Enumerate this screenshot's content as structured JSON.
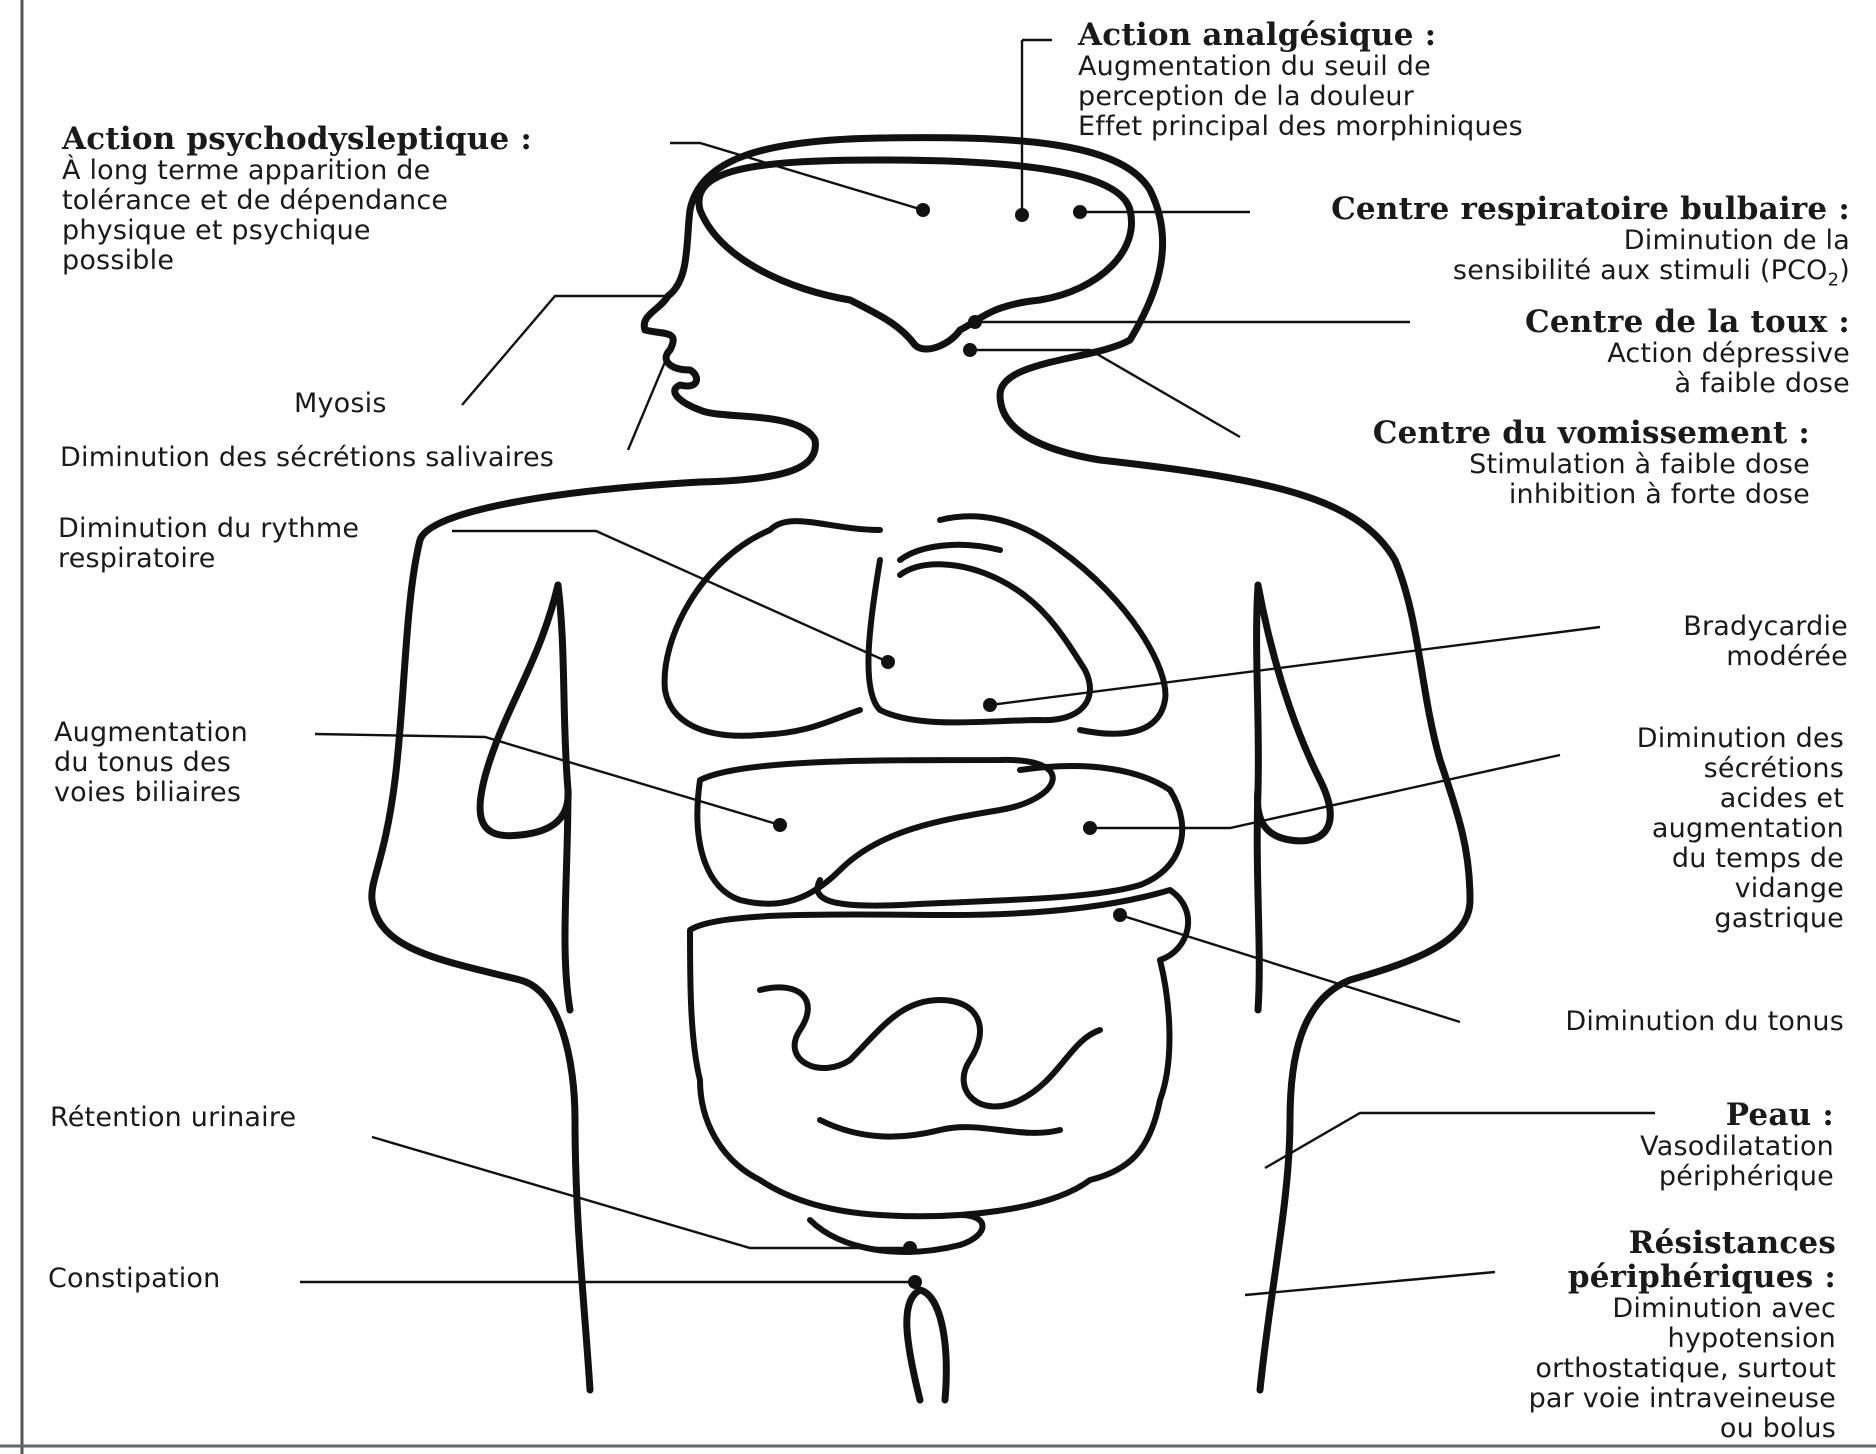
{
  "labels": {
    "analgesique": {
      "title": "Action analgésique :",
      "lines": [
        "Augmentation du seuil de",
        "perception de la douleur",
        "Effet principal des morphiniques"
      ]
    },
    "psychodysleptique": {
      "title": "Action psychodysleptique :",
      "lines": [
        "À long terme apparition de",
        "tolérance et de dépendance",
        "physique et psychique",
        "possible"
      ]
    },
    "respiratoire": {
      "title": "Centre respiratoire bulbaire :",
      "lines": [
        "Diminution de la"
      ],
      "line2": "sensibilité aux stimuli (PCO",
      "sub": "2",
      "close": ")"
    },
    "toux": {
      "title": "Centre de la toux :",
      "lines": [
        "Action dépressive",
        "à faible dose"
      ]
    },
    "vomissement": {
      "title": "Centre du vomissement :",
      "lines": [
        "Stimulation à faible dose",
        "inhibition à forte dose"
      ]
    },
    "myosis": {
      "lines": [
        "Myosis"
      ]
    },
    "salivaires": {
      "lines": [
        "Diminution des sécrétions salivaires"
      ]
    },
    "rythme": {
      "lines": [
        "Diminution du rythme",
        "respiratoire"
      ]
    },
    "bradycardie": {
      "lines": [
        "Bradycardie",
        "modérée"
      ]
    },
    "biliaires": {
      "lines": [
        "Augmentation",
        "du tonus des",
        "voies biliaires"
      ]
    },
    "gastrique": {
      "lines": [
        "Diminution des",
        "sécrétions",
        "acides et",
        "augmentation",
        "du temps de",
        "vidange",
        "gastrique"
      ]
    },
    "tonus": {
      "lines": [
        "Diminution du tonus"
      ]
    },
    "urinaire": {
      "lines": [
        "Rétention urinaire"
      ]
    },
    "peau": {
      "title": "Peau :",
      "lines": [
        "Vasodilatation",
        "périphérique"
      ]
    },
    "constipation": {
      "lines": [
        "Constipation"
      ]
    },
    "resistances": {
      "title_lines": [
        "Résistances",
        "périphériques :"
      ],
      "lines": [
        "Diminution avec",
        "hypotension",
        "orthostatique, surtout",
        "par voie intraveineuse",
        "ou bolus"
      ]
    }
  }
}
